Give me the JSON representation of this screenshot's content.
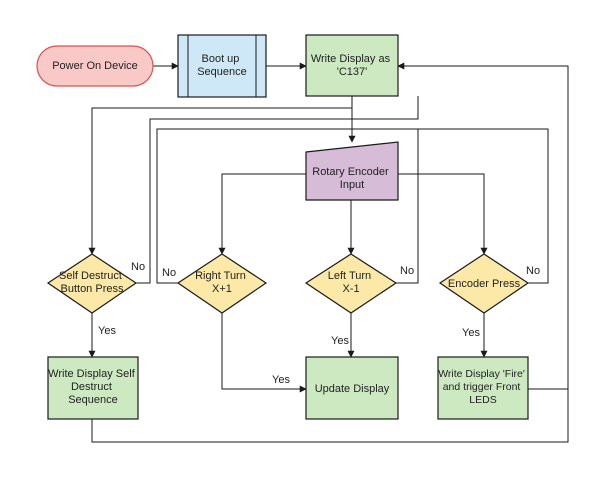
{
  "colors": {
    "start_fill": "#f8c9c6",
    "start_stroke": "#d9534f",
    "process_fill": "#cde9c2",
    "predefined_fill": "#cfe8f7",
    "input_fill": "#d6bcd6",
    "decision_fill": "#fde9a7",
    "stroke": "#1a1a1a",
    "line": "#1a1a1a"
  },
  "nodes": {
    "power_on": {
      "lines": [
        "Power On Device"
      ]
    },
    "boot_up": {
      "lines": [
        "Boot up",
        "Sequence"
      ]
    },
    "write_c137": {
      "lines": [
        "Write Display as",
        "'C137'"
      ]
    },
    "rotary_encoder": {
      "lines": [
        "Rotary Encoder",
        "Input"
      ]
    },
    "self_destruct": {
      "lines": [
        "Self Destruct",
        "Button Press"
      ]
    },
    "right_turn": {
      "lines": [
        "Right Turn",
        "X+1"
      ]
    },
    "left_turn": {
      "lines": [
        "Left Turn",
        "X-1"
      ]
    },
    "encoder_press": {
      "lines": [
        "Encoder Press"
      ]
    },
    "write_self_destruct": {
      "lines": [
        "Write Display Self",
        "Destruct",
        "Sequence"
      ]
    },
    "update_display": {
      "lines": [
        "Update Display"
      ]
    },
    "write_fire": {
      "lines": [
        "Write Display 'Fire'",
        "and trigger Front",
        "LEDS"
      ]
    }
  },
  "edge_labels": {
    "self_destruct_no": "No",
    "right_turn_no": "No",
    "left_turn_no": "No",
    "encoder_press_no": "No",
    "self_destruct_yes": "Yes",
    "right_turn_yes": "Yes",
    "left_turn_yes": "Yes",
    "encoder_press_yes": "Yes"
  }
}
